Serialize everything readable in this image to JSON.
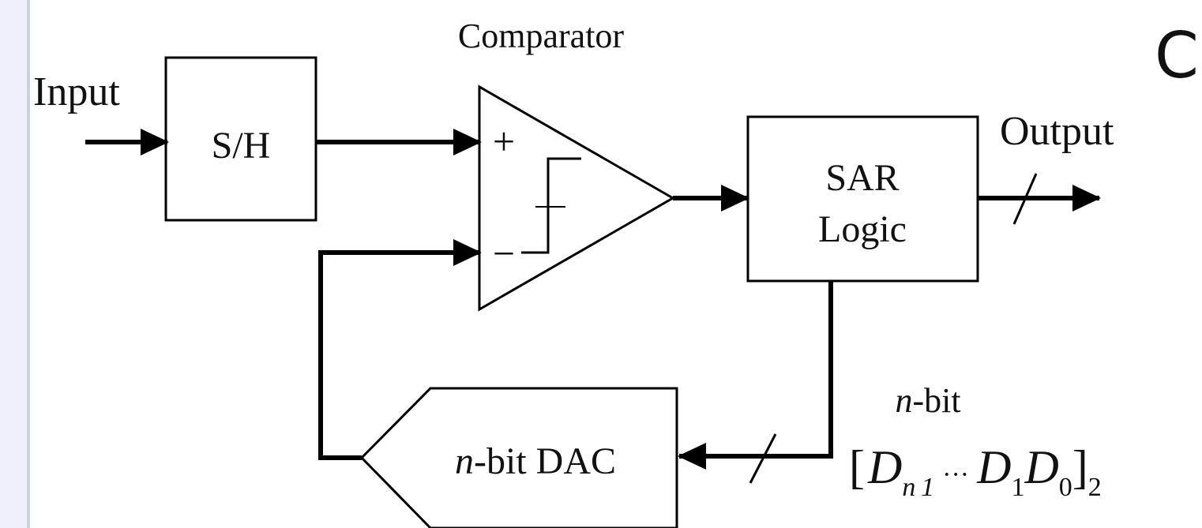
{
  "labels": {
    "input": "Input",
    "comparator": "Comparator",
    "sample_hold": "S/H",
    "sar_line1": "SAR",
    "sar_line2": "Logic",
    "output": "Output",
    "plus": "+",
    "minus": "−",
    "dac_italic": "n",
    "dac_rest": "-bit DAC",
    "nbit_italic": "n",
    "nbit_rest": "-bit",
    "bracket_open": "[",
    "d_high": "D",
    "d_high_sub": "n 1",
    "ellipsis": "···",
    "d_one": "D",
    "d_one_sub": "1",
    "d_zero": "D",
    "d_zero_sub": "0",
    "bracket_close": "]",
    "radix_sub": "2",
    "corner_letter": "C"
  },
  "colors": {
    "line": "#000000",
    "text": "#111111",
    "left_edge": "#c9d2e8"
  }
}
